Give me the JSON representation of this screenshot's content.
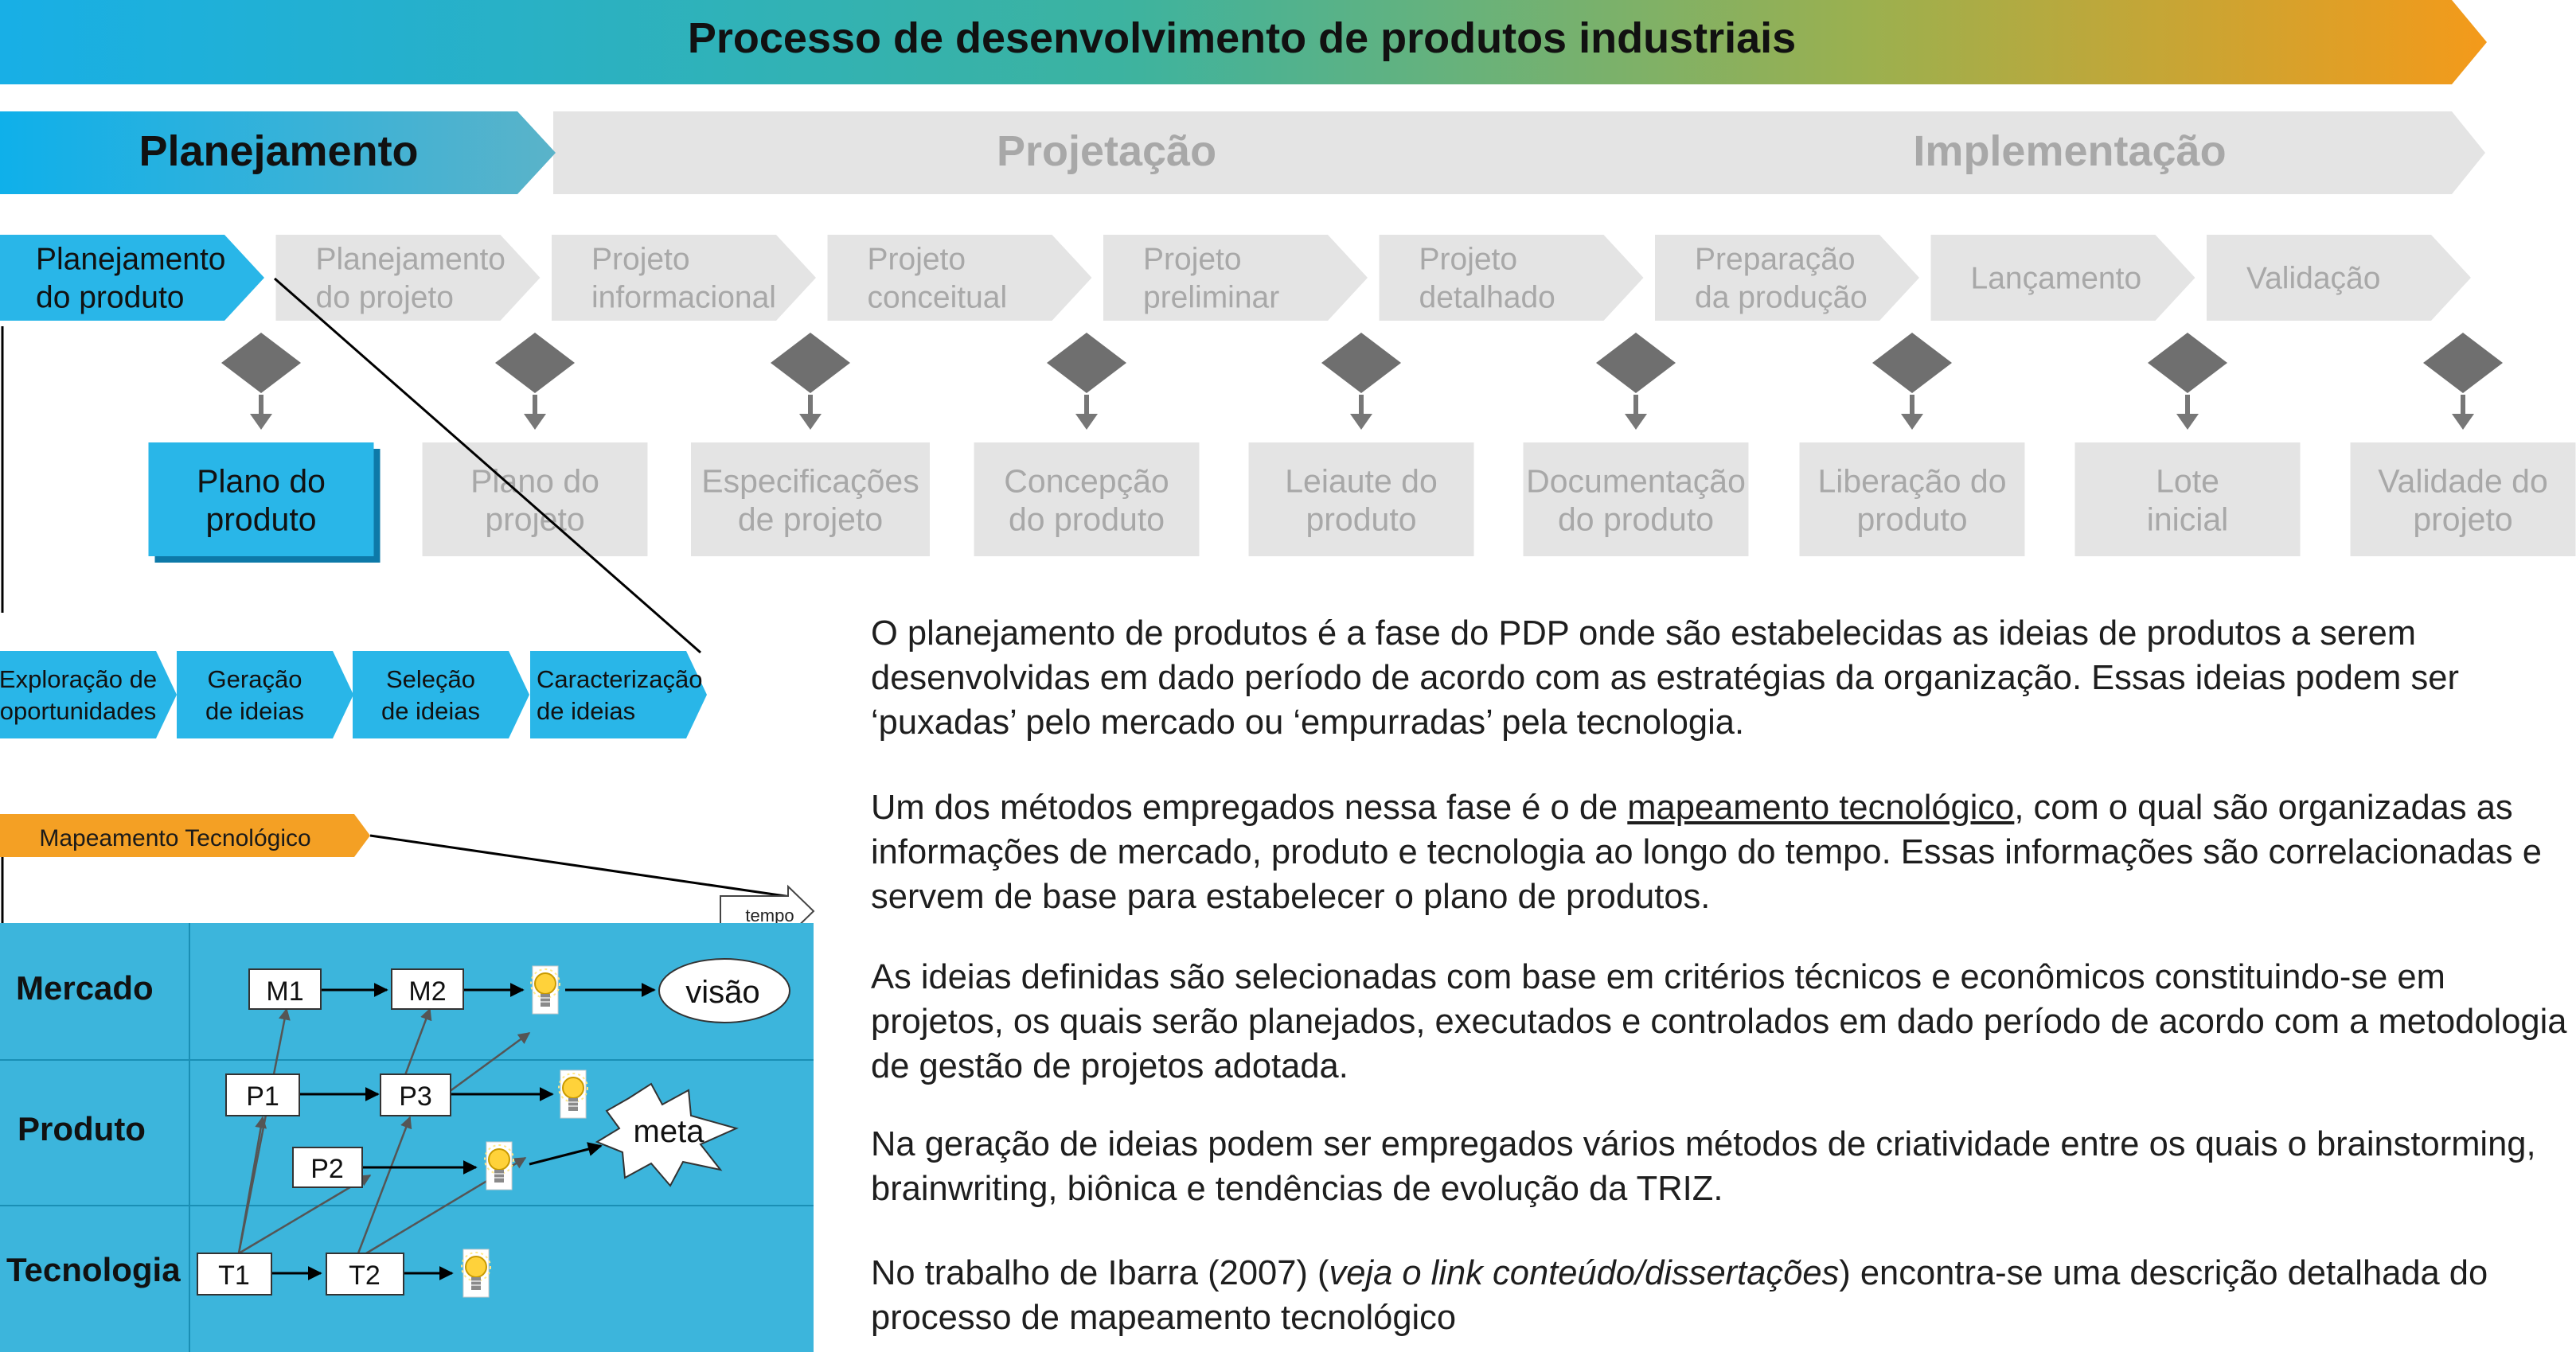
{
  "title": "Processo de desenvolvimento de produtos industriais",
  "macro_phases": [
    "Planejamento",
    "Projetação",
    "Implementação"
  ],
  "phases": [
    [
      "Planejamento",
      "do produto"
    ],
    [
      "Planejamento",
      "do projeto"
    ],
    [
      "Projeto",
      "informacional"
    ],
    [
      "Projeto",
      "conceitual"
    ],
    [
      "Projeto",
      "preliminar"
    ],
    [
      "Projeto",
      "detalhado"
    ],
    [
      "Preparação",
      "da produção"
    ],
    [
      "Lançamento"
    ],
    [
      "Validação"
    ]
  ],
  "outputs": [
    [
      "Plano do",
      "produto"
    ],
    [
      "Plano do",
      "projeto"
    ],
    [
      "Especificações",
      "de projeto"
    ],
    [
      "Concepção",
      "do produto"
    ],
    [
      "Leiaute do",
      "produto"
    ],
    [
      "Documentação",
      "do produto"
    ],
    [
      "Liberação do",
      "produto"
    ],
    [
      "Lote",
      "inicial"
    ],
    [
      "Validade do",
      "projeto"
    ]
  ],
  "sub_steps": [
    [
      "Exploração de",
      "oportunidades"
    ],
    [
      "Geração",
      "de ideias"
    ],
    [
      "Seleção",
      "de ideias"
    ],
    [
      "Caracterização",
      "de ideias"
    ]
  ],
  "roadmap": {
    "tag": "Mapeamento Tecnológico",
    "time_label": "tempo",
    "rows": [
      "Mercado",
      "Produto",
      "Tecnologia"
    ],
    "nodes": {
      "m1": "M1",
      "m2": "M2",
      "p1": "P1",
      "p3": "P3",
      "p2": "P2",
      "t1": "T1",
      "t2": "T2"
    },
    "vision": "visão",
    "goal": "meta"
  },
  "text": {
    "p1": "O planejamento de produtos é a fase do PDP onde são estabelecidas as ideias de produtos a serem desenvolvidas em dado período de acordo com as estratégias da organização. Essas ideias podem ser ‘puxadas’ pelo mercado ou ‘empurradas’ pela tecnologia.",
    "p2_a": "Um dos métodos empregados nessa fase é o de ",
    "p2_link": "mapeamento tecnológico",
    "p2_b": ", com o qual são organizadas as informações de mercado, produto e tecnologia ao longo do tempo. Essas informações são correlacionadas e servem de base para estabelecer o plano de produtos.",
    "p3": "As ideias definidas são selecionadas com base em critérios técnicos e econômicos constituindo-se em projetos, os quais serão planejados, executados e controlados em dado período de acordo com a metodologia de gestão de projetos adotada.",
    "p4": "Na geração de ideias podem ser empregados vários métodos de criatividade entre os quais o brainstorming, brainwriting, biônica e tendências de evolução da TRIZ.",
    "p5_a": "No trabalho de Ibarra (2007) (",
    "p5_i": "veja o link conteúdo/dissertações",
    "p5_b": ") encontra-se uma descrição detalhada do processo de mapeamento tecnológico"
  },
  "colors": {
    "accent_blue": "#29b6e8",
    "inactive_gray": "#e4e4e4",
    "inactive_text": "#a8a8a8",
    "diamond": "#6f6f6f",
    "roadmap_fill": "#3cb5dc",
    "tag_orange": "#f4a024"
  }
}
